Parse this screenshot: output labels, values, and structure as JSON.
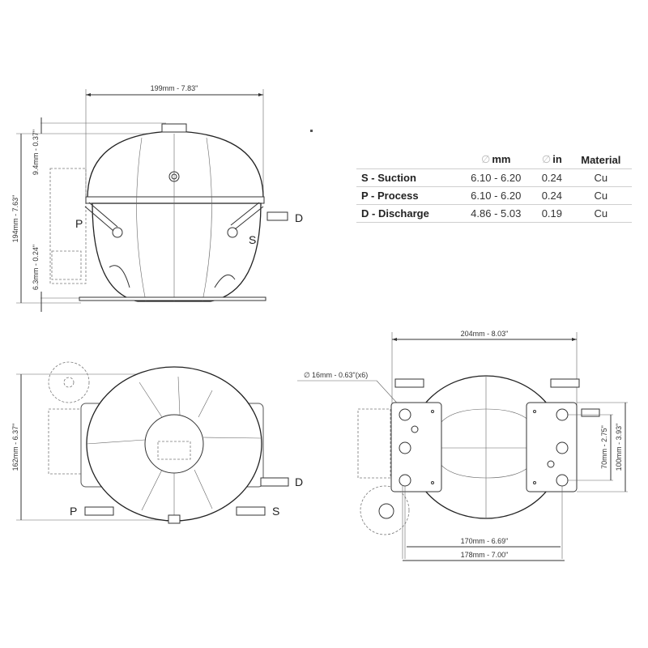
{
  "table": {
    "headers": {
      "blank": "",
      "diameter_symbol": "∅",
      "mm": "mm",
      "in": "in",
      "material": "Material"
    },
    "rows": [
      {
        "name": "S - Suction",
        "mm": "6.10 - 6.20",
        "in": "0.24",
        "material": "Cu"
      },
      {
        "name": "P - Process",
        "mm": "6.10 - 6.20",
        "in": "0.24",
        "material": "Cu"
      },
      {
        "name": "D - Discharge",
        "mm": "4.86 - 5.03",
        "in": "0.19",
        "material": "Cu"
      }
    ]
  },
  "side_view": {
    "width_dim": "199mm - 7.83\"",
    "height_dim": "194mm - 7.63\"",
    "top_dim": "9.4mm - 0.37\"",
    "bottom_dim": "6.3mm - 0.24\"",
    "label_p": "P",
    "label_s": "S",
    "label_d": "D"
  },
  "top_view": {
    "height_dim": "162mm - 6.37\"",
    "label_p": "P",
    "label_s": "S",
    "label_d": "D"
  },
  "bottom_view": {
    "width_dim": "204mm - 8.03\"",
    "hole_dim": "16mm - 0.63\"(x6)",
    "hole_symbol": "∅",
    "inner_height_dim": "70mm - 2.75\"",
    "outer_height_dim": "100mm - 3.93\"",
    "inner_width_dim": "170mm - 6.69\"",
    "outer_width_dim": "178mm - 7.00\""
  }
}
